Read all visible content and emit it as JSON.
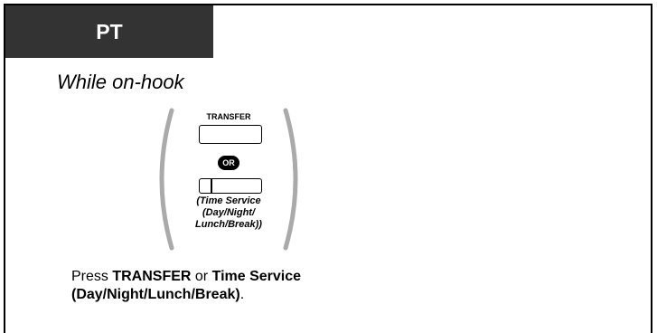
{
  "header": {
    "tab_label": "PT"
  },
  "condition": "While on-hook",
  "keys": {
    "transfer_label": "TRANSFER",
    "or_label": "OR",
    "time_service_lines": [
      "(Time Service",
      "(Day/Night/",
      "Lunch/Break))"
    ]
  },
  "instruction": {
    "prefix": "Press ",
    "key1": "TRANSFER",
    "middle": " or ",
    "key2_line1": "Time Service",
    "key2_line2": "(Day/Night/Lunch/Break)",
    "suffix": "."
  }
}
